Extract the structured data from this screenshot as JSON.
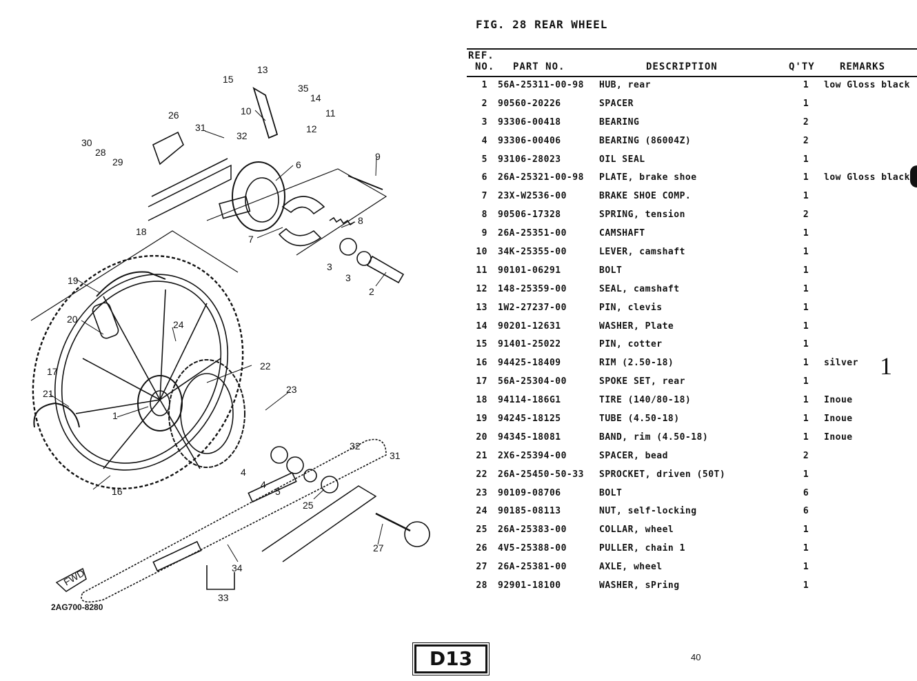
{
  "figure": {
    "title": "FIG. 28  REAR WHEEL",
    "drawing_code": "2AG700-8280",
    "callouts": [
      "1",
      "2",
      "3",
      "3",
      "4",
      "4",
      "5",
      "6",
      "7",
      "8",
      "9",
      "10",
      "11",
      "12",
      "13",
      "14",
      "15",
      "16",
      "17",
      "18",
      "19",
      "20",
      "21",
      "22",
      "23",
      "24",
      "25",
      "26",
      "27",
      "28",
      "29",
      "30",
      "31",
      "31",
      "32",
      "32",
      "33",
      "34",
      "35"
    ],
    "arrow_label": "FWD"
  },
  "table": {
    "headers": {
      "ref_line1": "REF.",
      "ref_line2": "NO.",
      "part_no": "PART NO.",
      "description": "DESCRIPTION",
      "qty": "Q'TY",
      "remarks": "REMARKS"
    },
    "rows": [
      {
        "ref": "1",
        "part": "56A-25311-00-98",
        "desc": "HUB, rear",
        "qty": "1",
        "remarks": "low Gloss black"
      },
      {
        "ref": "2",
        "part": "90560-20226",
        "desc": "SPACER",
        "qty": "1",
        "remarks": ""
      },
      {
        "ref": "3",
        "part": "93306-00418",
        "desc": "BEARING",
        "qty": "2",
        "remarks": ""
      },
      {
        "ref": "4",
        "part": "93306-00406",
        "desc": "BEARING (86004Z)",
        "qty": "2",
        "remarks": ""
      },
      {
        "ref": "5",
        "part": "93106-28023",
        "desc": "OIL SEAL",
        "qty": "1",
        "remarks": ""
      },
      {
        "ref": "6",
        "part": "26A-25321-00-98",
        "desc": "PLATE, brake shoe",
        "qty": "1",
        "remarks": "low Gloss black"
      },
      {
        "ref": "7",
        "part": "23X-W2536-00",
        "desc": "BRAKE SHOE COMP.",
        "qty": "1",
        "remarks": ""
      },
      {
        "ref": "8",
        "part": "90506-17328",
        "desc": "SPRING, tension",
        "qty": "2",
        "remarks": ""
      },
      {
        "ref": "9",
        "part": "26A-25351-00",
        "desc": "CAMSHAFT",
        "qty": "1",
        "remarks": ""
      },
      {
        "ref": "10",
        "part": "34K-25355-00",
        "desc": "LEVER, camshaft",
        "qty": "1",
        "remarks": ""
      },
      {
        "ref": "11",
        "part": "90101-06291",
        "desc": "BOLT",
        "qty": "1",
        "remarks": ""
      },
      {
        "ref": "12",
        "part": "148-25359-00",
        "desc": "SEAL, camshaft",
        "qty": "1",
        "remarks": ""
      },
      {
        "ref": "13",
        "part": "1W2-27237-00",
        "desc": "PIN, clevis",
        "qty": "1",
        "remarks": ""
      },
      {
        "ref": "14",
        "part": "90201-12631",
        "desc": "WASHER, Plate",
        "qty": "1",
        "remarks": ""
      },
      {
        "ref": "15",
        "part": "91401-25022",
        "desc": "PIN, cotter",
        "qty": "1",
        "remarks": ""
      },
      {
        "ref": "16",
        "part": "94425-18409",
        "desc": "RIM (2.50-18)",
        "qty": "1",
        "remarks": "silver"
      },
      {
        "ref": "17",
        "part": "56A-25304-00",
        "desc": "SPOKE SET, rear",
        "qty": "1",
        "remarks": ""
      },
      {
        "ref": "18",
        "part": "94114-186G1",
        "desc": "TIRE (140/80-18)",
        "qty": "1",
        "remarks": "Inoue"
      },
      {
        "ref": "19",
        "part": "94245-18125",
        "desc": "TUBE (4.50-18)",
        "qty": "1",
        "remarks": "Inoue"
      },
      {
        "ref": "20",
        "part": "94345-18081",
        "desc": "BAND, rim (4.50-18)",
        "qty": "1",
        "remarks": "Inoue"
      },
      {
        "ref": "21",
        "part": "2X6-25394-00",
        "desc": "SPACER, bead",
        "qty": "2",
        "remarks": ""
      },
      {
        "ref": "22",
        "part": "26A-25450-50-33",
        "desc": "SPROCKET, driven (50T)",
        "qty": "1",
        "remarks": ""
      },
      {
        "ref": "23",
        "part": "90109-08706",
        "desc": "BOLT",
        "qty": "6",
        "remarks": ""
      },
      {
        "ref": "24",
        "part": "90185-08113",
        "desc": "NUT, self-locking",
        "qty": "6",
        "remarks": ""
      },
      {
        "ref": "25",
        "part": "26A-25383-00",
        "desc": "COLLAR, wheel",
        "qty": "1",
        "remarks": ""
      },
      {
        "ref": "26",
        "part": "4V5-25388-00",
        "desc": "PULLER, chain 1",
        "qty": "1",
        "remarks": ""
      },
      {
        "ref": "27",
        "part": "26A-25381-00",
        "desc": "AXLE, wheel",
        "qty": "1",
        "remarks": ""
      },
      {
        "ref": "28",
        "part": "92901-18100",
        "desc": "WASHER, sPring",
        "qty": "1",
        "remarks": ""
      }
    ]
  },
  "margin_mark": "1",
  "page_badge": "D13",
  "page_number": "40",
  "colors": {
    "ink": "#111111",
    "paper": "#ffffff"
  }
}
